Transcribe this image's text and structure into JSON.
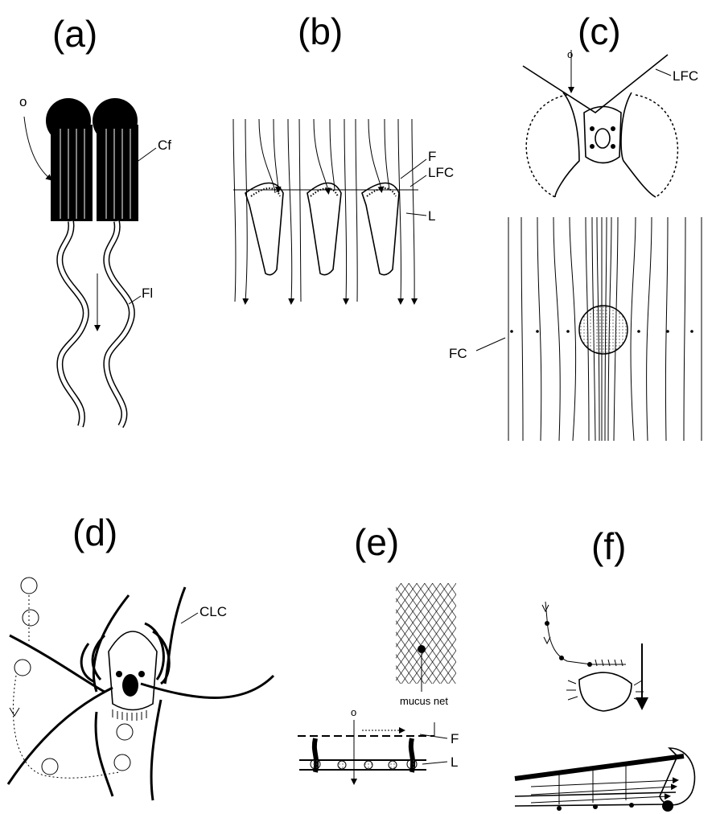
{
  "panels": {
    "a": {
      "label": "(a)",
      "o_mark": "o",
      "cf": "Cf",
      "fl": "Fl"
    },
    "b": {
      "label": "(b)",
      "f": "F",
      "lfc": "LFC",
      "l": "L"
    },
    "c": {
      "label": "(c)",
      "o_mark": "o",
      "lfc": "LFC",
      "fc": "FC"
    },
    "d": {
      "label": "(d)",
      "clc": "CLC"
    },
    "e": {
      "label": "(e)",
      "o_mark": "o",
      "mucus": "mucus net",
      "f": "F",
      "l": "L"
    },
    "f": {
      "label": "(f)"
    }
  }
}
